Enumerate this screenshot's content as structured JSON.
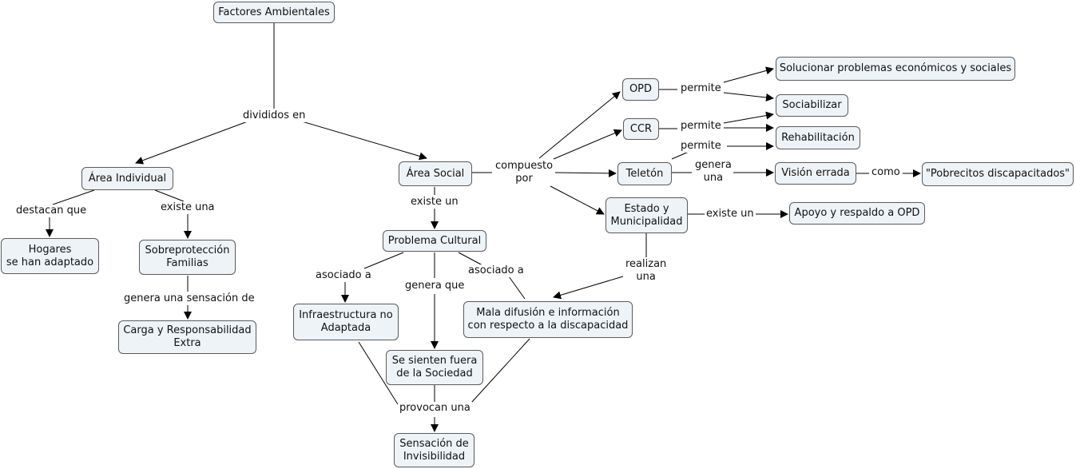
{
  "concepts": {
    "factores": "Factores Ambientales",
    "area_individual": "Área Individual",
    "area_social": "Área Social",
    "hogares": "Hogares\nse han adaptado",
    "sobreproteccion": "Sobreprotección\nFamilias",
    "carga": "Carga y Responsabilidad\nExtra",
    "problema_cultural": "Problema Cultural",
    "infraestructura": "Infraestructura no\nAdaptada",
    "mala_difusion": "Mala difusión e información\ncon respecto a la discapacidad",
    "se_sienten": "Se sienten fuera\nde la Sociedad",
    "sensacion": "Sensación de\nInvisibilidad",
    "opd": "OPD",
    "ccr": "CCR",
    "teleton": "Teletón",
    "estado": "Estado y\nMunicipalidad",
    "solucionar": "Solucionar problemas económicos y sociales",
    "sociabilizar": "Sociabilizar",
    "rehabilitacion": "Rehabilitación",
    "vision": "Visión errada",
    "pobrecitos": "\"Pobrecitos discapacitados\"",
    "apoyo": "Apoyo y respaldo a OPD"
  },
  "link_labels": {
    "divididos_en": "divididos en",
    "destacan_que": "destacan que",
    "existe_una": "existe una",
    "genera_sensacion": "genera una sensación de",
    "existe_un_social": "existe un",
    "asociado_a_1": "asociado a",
    "asociado_a_2": "asociado a",
    "genera_que": "genera que",
    "provocan_una": "provocan una",
    "compuesto_por": "compuesto\npor",
    "permite_opd": "permite",
    "permite_ccr": "permite",
    "permite_teleton": "permite",
    "genera_una": "genera\nuna",
    "como": "como",
    "existe_un_estado": "existe un",
    "realizan_una": "realizan\nuna"
  },
  "colors": {
    "node_fill": "#eef3f7",
    "node_border": "#5b5b5b",
    "line": "#000000"
  }
}
